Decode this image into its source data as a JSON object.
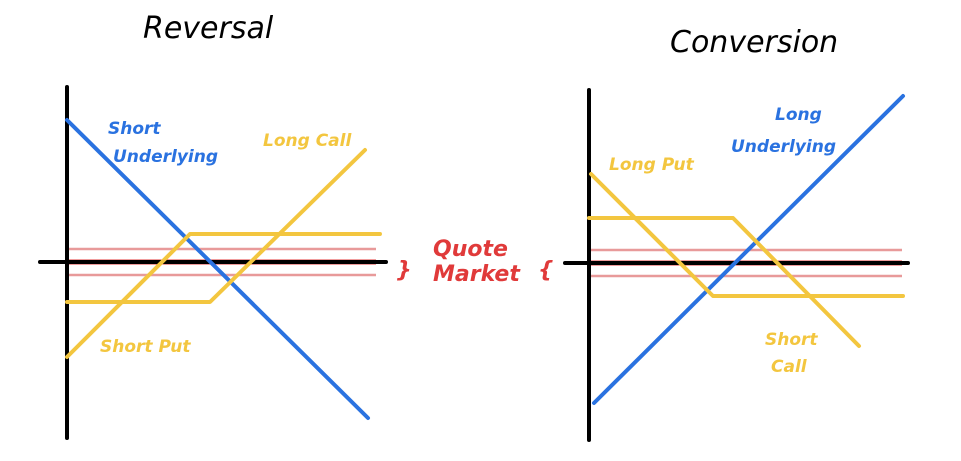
{
  "colors": {
    "axis": "#000000",
    "blue": "#2a72e0",
    "yellow": "#f3c63f",
    "red": "#e03a3a",
    "pink": "#e89a9a"
  },
  "left": {
    "title": "Reversal",
    "short_underlying": [
      "Short",
      "Underlying"
    ],
    "long_call": "Long Call",
    "short_put": "Short Put"
  },
  "middle": {
    "quote_market": [
      "Quote",
      "Market"
    ],
    "brace_right": "}",
    "brace_left": "{"
  },
  "right": {
    "title": "Conversion",
    "long_underlying": [
      "Long",
      "Underlying"
    ],
    "long_put": "Long Put",
    "short_call": [
      "Short",
      "Call"
    ]
  }
}
